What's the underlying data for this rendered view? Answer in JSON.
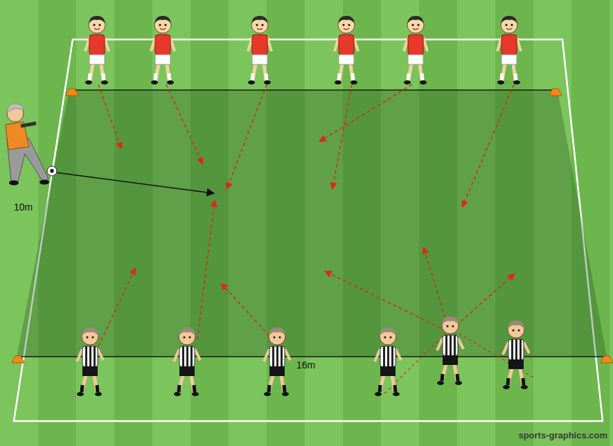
{
  "diagram": {
    "labels": [
      "10m",
      "16m",
      "sports-graphics.com"
    ]
  }
}
